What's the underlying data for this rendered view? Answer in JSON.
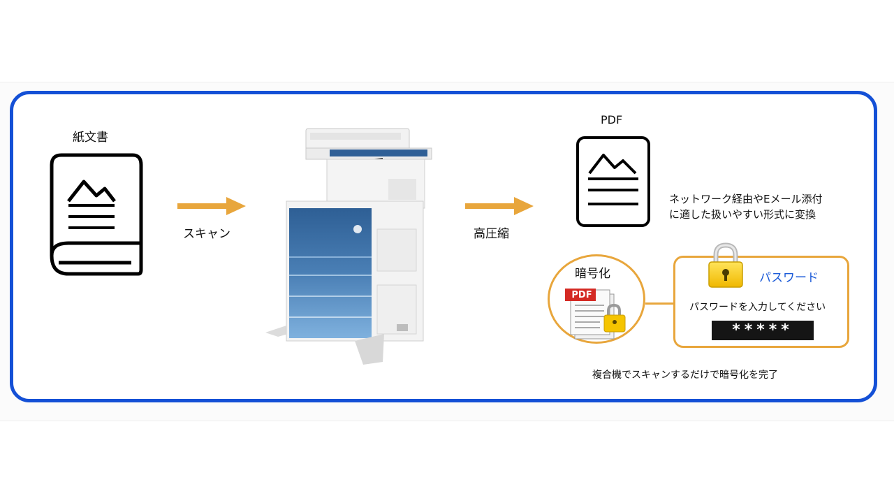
{
  "paper_label": "紙文書",
  "scan_label": "スキャン",
  "compress_label": "高圧縮",
  "pdf_label": "PDF",
  "pdf_caption": [
    "ネットワーク経由やEメール添付",
    "に適した扱いやすい形式に変換"
  ],
  "encrypt_label": "暗号化",
  "pdf_badge": "PDF",
  "password_title": "パスワード",
  "password_prompt": "パスワードを入力してください",
  "password_mask": "*****",
  "bottom_caption": "複合機でスキャンするだけで暗号化を完了",
  "colors": {
    "frame": "#1450d6",
    "arrow": "#e8a63c",
    "password_title": "#1a5ad8",
    "pdf_badge": "#d42a24",
    "lock": "#f5c400"
  },
  "icons": [
    "paper-document-icon",
    "printer-mfp-image",
    "pdf-document-icon",
    "encrypted-pdf-icon",
    "padlock-icon"
  ]
}
